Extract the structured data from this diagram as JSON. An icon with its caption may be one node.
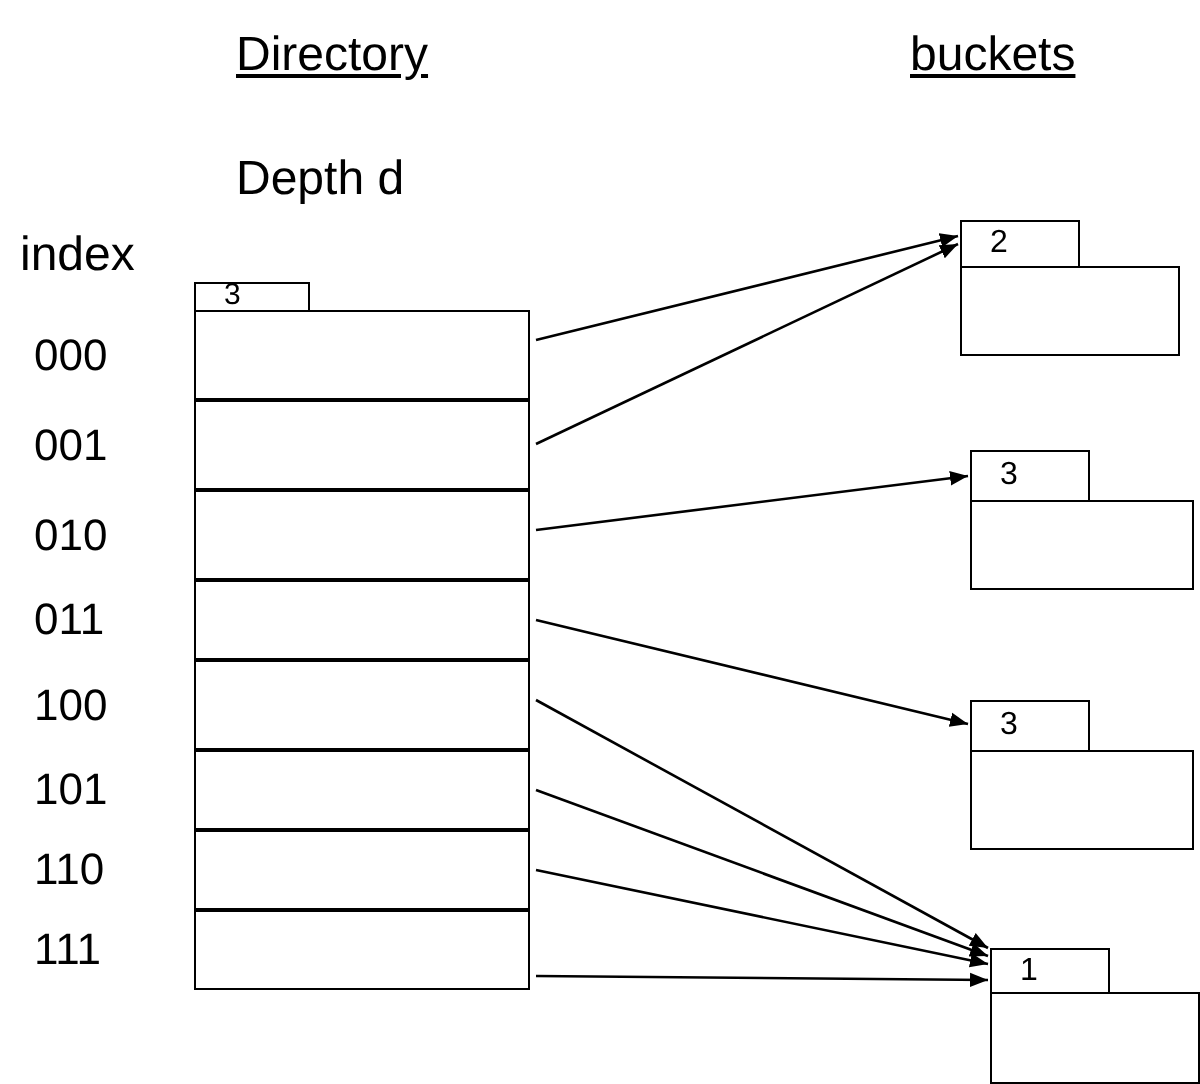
{
  "diagram": {
    "nodes": [
      {
        "text": [
          "3"
        ]
      },
      {
        "text": [],
        "shape": "box",
        "beside": [
          "000"
        ]
      },
      {
        "text": [],
        "shape": "box",
        "beside": [
          "001"
        ]
      },
      {
        "text": [],
        "shape": "box",
        "beside": [
          "010"
        ]
      },
      {
        "text": [],
        "shape": "box",
        "beside": [
          "011"
        ]
      },
      {
        "text": [],
        "shape": "box",
        "beside": [
          "100"
        ]
      },
      {
        "text": [],
        "shape": "box",
        "beside": [
          "101"
        ]
      },
      {
        "text": [],
        "shape": "box",
        "beside": [
          "110"
        ]
      },
      {
        "text": [],
        "shape": "box",
        "beside": [
          "111"
        ]
      },
      {
        "text": [
          "2"
        ]
      },
      {
        "text": [
          "3"
        ]
      },
      {
        "text": [
          "3"
        ]
      },
      {
        "text": [
          "1"
        ]
      }
    ],
    "edges": [
      {
        "from": 1,
        "to": 9,
        "arrow": "to"
      },
      {
        "from": 2,
        "to": 9,
        "arrow": "to"
      },
      {
        "from": 3,
        "to": 10,
        "arrow": "to"
      },
      {
        "from": 4,
        "to": 11,
        "arrow": "to"
      },
      {
        "from": 5,
        "to": 12,
        "arrow": "to"
      },
      {
        "from": 6,
        "to": 12,
        "arrow": "to"
      },
      {
        "from": 7,
        "to": 12,
        "arrow": "to"
      },
      {
        "from": 8,
        "to": 12,
        "arrow": "to"
      }
    ],
    "labels": [
      "Directory",
      "buckets",
      "Depth d",
      "index"
    ]
  }
}
